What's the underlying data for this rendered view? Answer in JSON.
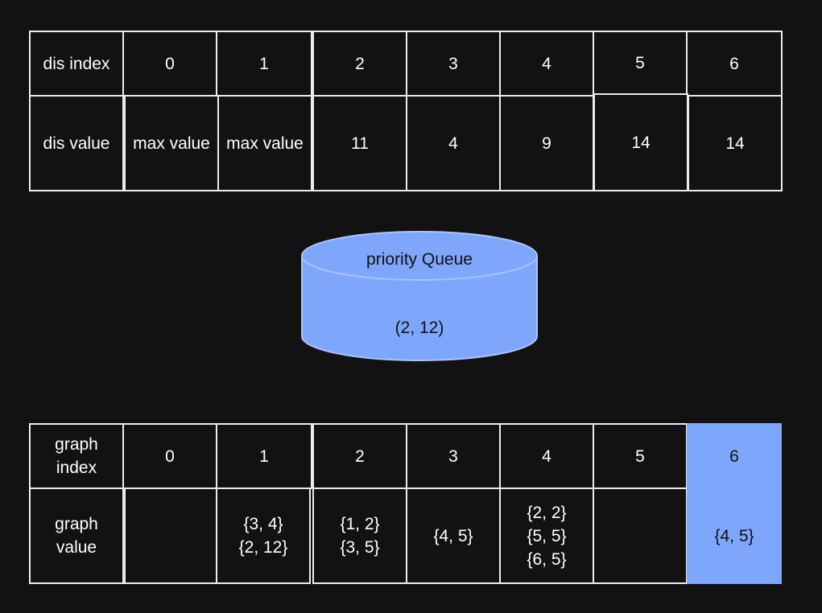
{
  "dis_table": {
    "index_label": "dis index",
    "value_label": "dis value",
    "indices": [
      "0",
      "1",
      "2",
      "3",
      "4",
      "5",
      "6"
    ],
    "values": [
      "max value",
      "max value",
      "11",
      "4",
      "9",
      "14",
      "14"
    ]
  },
  "priority_queue": {
    "title": "priority Queue",
    "content": "(2, 12)",
    "fill_color": "#7ea6fb",
    "stroke_color": "#a9c4fd"
  },
  "graph_table": {
    "index_label": "graph\nindex",
    "value_label": "graph\nvalue",
    "indices": [
      "0",
      "1",
      "2",
      "3",
      "4",
      "5",
      "6"
    ],
    "values": [
      "",
      "{3, 4}\n{2, 12}",
      "{1, 2}\n{3, 5}",
      "{4, 5}",
      "{2, 2}\n{5, 5}\n{6, 5}",
      "",
      "{4, 5}"
    ],
    "highlight_color": "#7ea6fb"
  },
  "colors": {
    "background": "#121212",
    "cell_border": "#ececec",
    "text": "#ffffff"
  }
}
